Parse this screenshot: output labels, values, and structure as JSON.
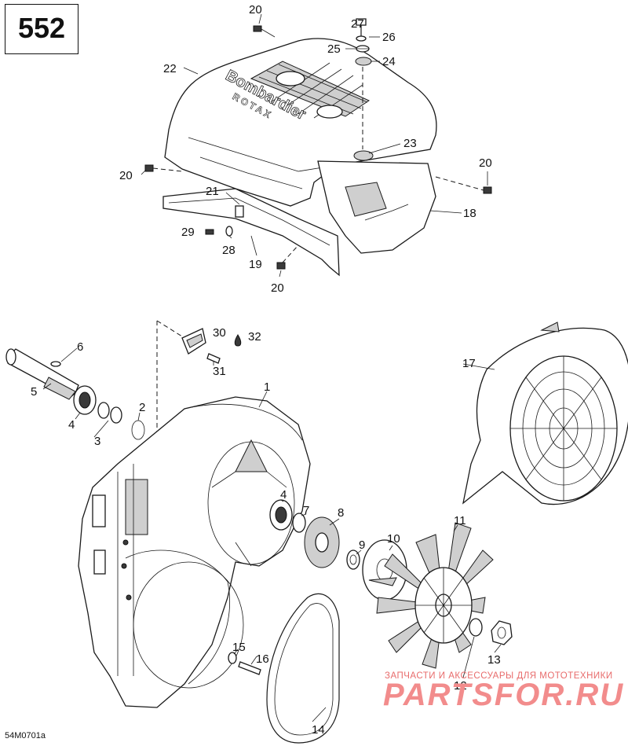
{
  "page_ref": "552",
  "drawing_code": "54M0701a",
  "cover_lettering": [
    "Bombardier",
    "ROTAX"
  ],
  "watermark": {
    "subtitle": "ЗАПЧАСТИ И АКСЕССУАРЫ ДЛЯ МОТОТЕХНИКИ",
    "logo": "PARTSFOR.RU"
  },
  "callouts": {
    "c1": "1",
    "c2": "2",
    "c3": "3",
    "c4a": "4",
    "c4b": "4",
    "c5": "5",
    "c6": "6",
    "c7": "7",
    "c8": "8",
    "c9": "9",
    "c10": "10",
    "c11": "11",
    "c12": "12",
    "c13": "13",
    "c14": "14",
    "c15": "15",
    "c16": "16",
    "c17": "17",
    "c18": "18",
    "c19": "19",
    "c20a": "20",
    "c20b": "20",
    "c20c": "20",
    "c20d": "20",
    "c21": "21",
    "c22": "22",
    "c23": "23",
    "c24": "24",
    "c25": "25",
    "c26": "26",
    "c27": "27",
    "c28": "28",
    "c29": "29",
    "c30": "30",
    "c31": "31",
    "c32": "32"
  }
}
